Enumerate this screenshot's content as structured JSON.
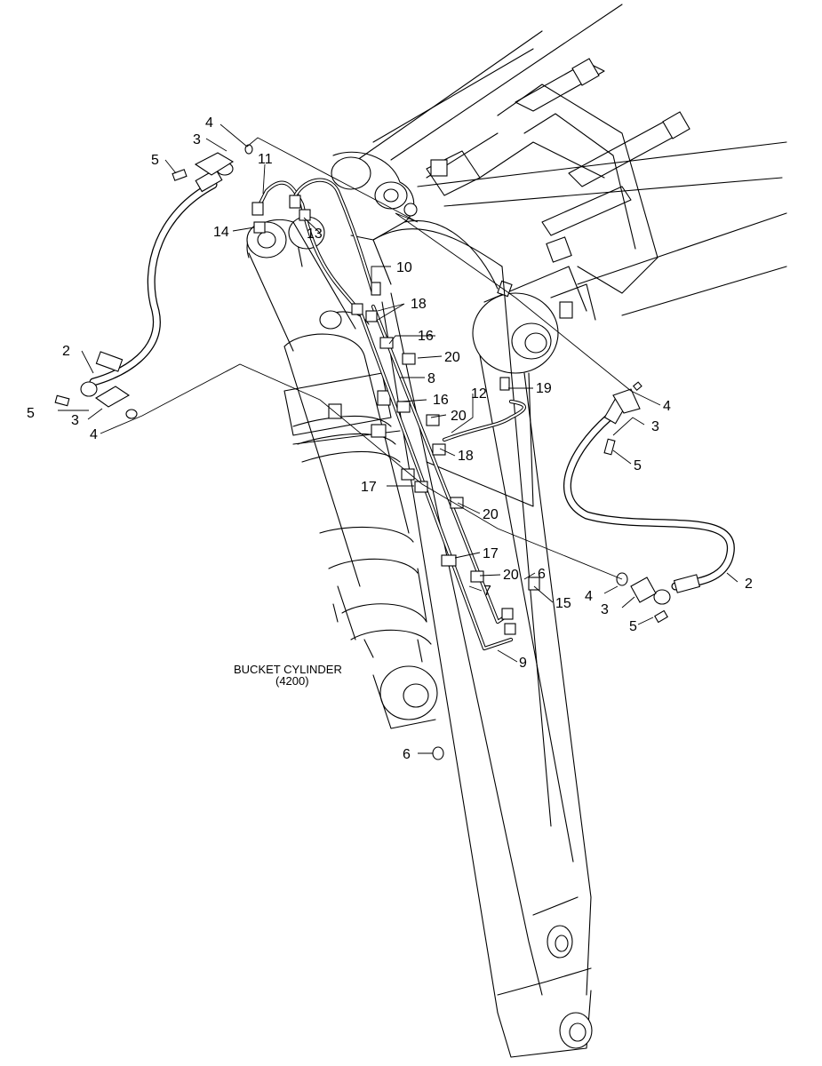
{
  "diagram": {
    "caption_line1": "BUCKET CYLINDER",
    "caption_line2": "(4200)",
    "callouts": [
      {
        "id": "c1",
        "label": "4"
      },
      {
        "id": "c2",
        "label": "3"
      },
      {
        "id": "c3",
        "label": "5"
      },
      {
        "id": "c4",
        "label": "11"
      },
      {
        "id": "c5",
        "label": "14"
      },
      {
        "id": "c6",
        "label": "13"
      },
      {
        "id": "c7",
        "label": "10"
      },
      {
        "id": "c8",
        "label": "18"
      },
      {
        "id": "c9",
        "label": "16"
      },
      {
        "id": "c10",
        "label": "20"
      },
      {
        "id": "c11",
        "label": "8"
      },
      {
        "id": "c12",
        "label": "2"
      },
      {
        "id": "c13",
        "label": "16"
      },
      {
        "id": "c14",
        "label": "12"
      },
      {
        "id": "c15",
        "label": "20"
      },
      {
        "id": "c16",
        "label": "19"
      },
      {
        "id": "c17",
        "label": "4"
      },
      {
        "id": "c18",
        "label": "3"
      },
      {
        "id": "c19",
        "label": "5"
      },
      {
        "id": "c20",
        "label": "3"
      },
      {
        "id": "c21",
        "label": "4"
      },
      {
        "id": "c22",
        "label": "18"
      },
      {
        "id": "c23",
        "label": "5"
      },
      {
        "id": "c24",
        "label": "17"
      },
      {
        "id": "c25",
        "label": "20"
      },
      {
        "id": "c26",
        "label": "17"
      },
      {
        "id": "c27",
        "label": "20"
      },
      {
        "id": "c28",
        "label": "6"
      },
      {
        "id": "c29",
        "label": "2"
      },
      {
        "id": "c30",
        "label": "7"
      },
      {
        "id": "c31",
        "label": "4"
      },
      {
        "id": "c32",
        "label": "15"
      },
      {
        "id": "c33",
        "label": "3"
      },
      {
        "id": "c34",
        "label": "9"
      },
      {
        "id": "c35",
        "label": "5"
      },
      {
        "id": "c36",
        "label": "6"
      }
    ]
  }
}
